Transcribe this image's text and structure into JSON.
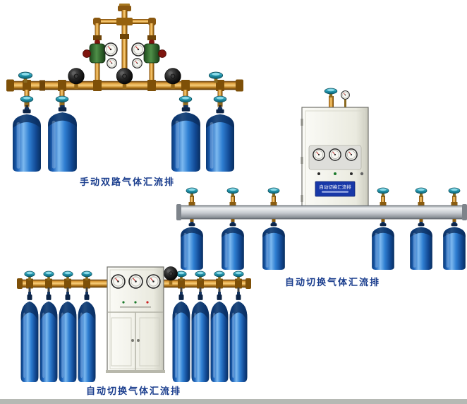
{
  "page": {
    "background": "#ffffff",
    "bottom_strip_color": "#b6b9b4"
  },
  "figures": {
    "manual_dual": {
      "caption": "手动双路气体汇流排"
    },
    "auto_switch_wall": {
      "caption": "自动切换气体汇流排"
    },
    "auto_switch_floor": {
      "caption": "自动切换气体汇流排"
    }
  },
  "wall_cabinet": {
    "plate_text": "自动切换汇流排"
  },
  "colors": {
    "caption_text": "#1b3e8e",
    "cylinder_blue": "#1f66bd",
    "cylinder_dark": "#0a2d5e",
    "brass": "#d99a33",
    "valve_teal": "#2aa3bb",
    "plate_blue": "#1838a8",
    "aluminum_bar": "#c7cbd0",
    "cabinet_body": "#ececdf"
  }
}
